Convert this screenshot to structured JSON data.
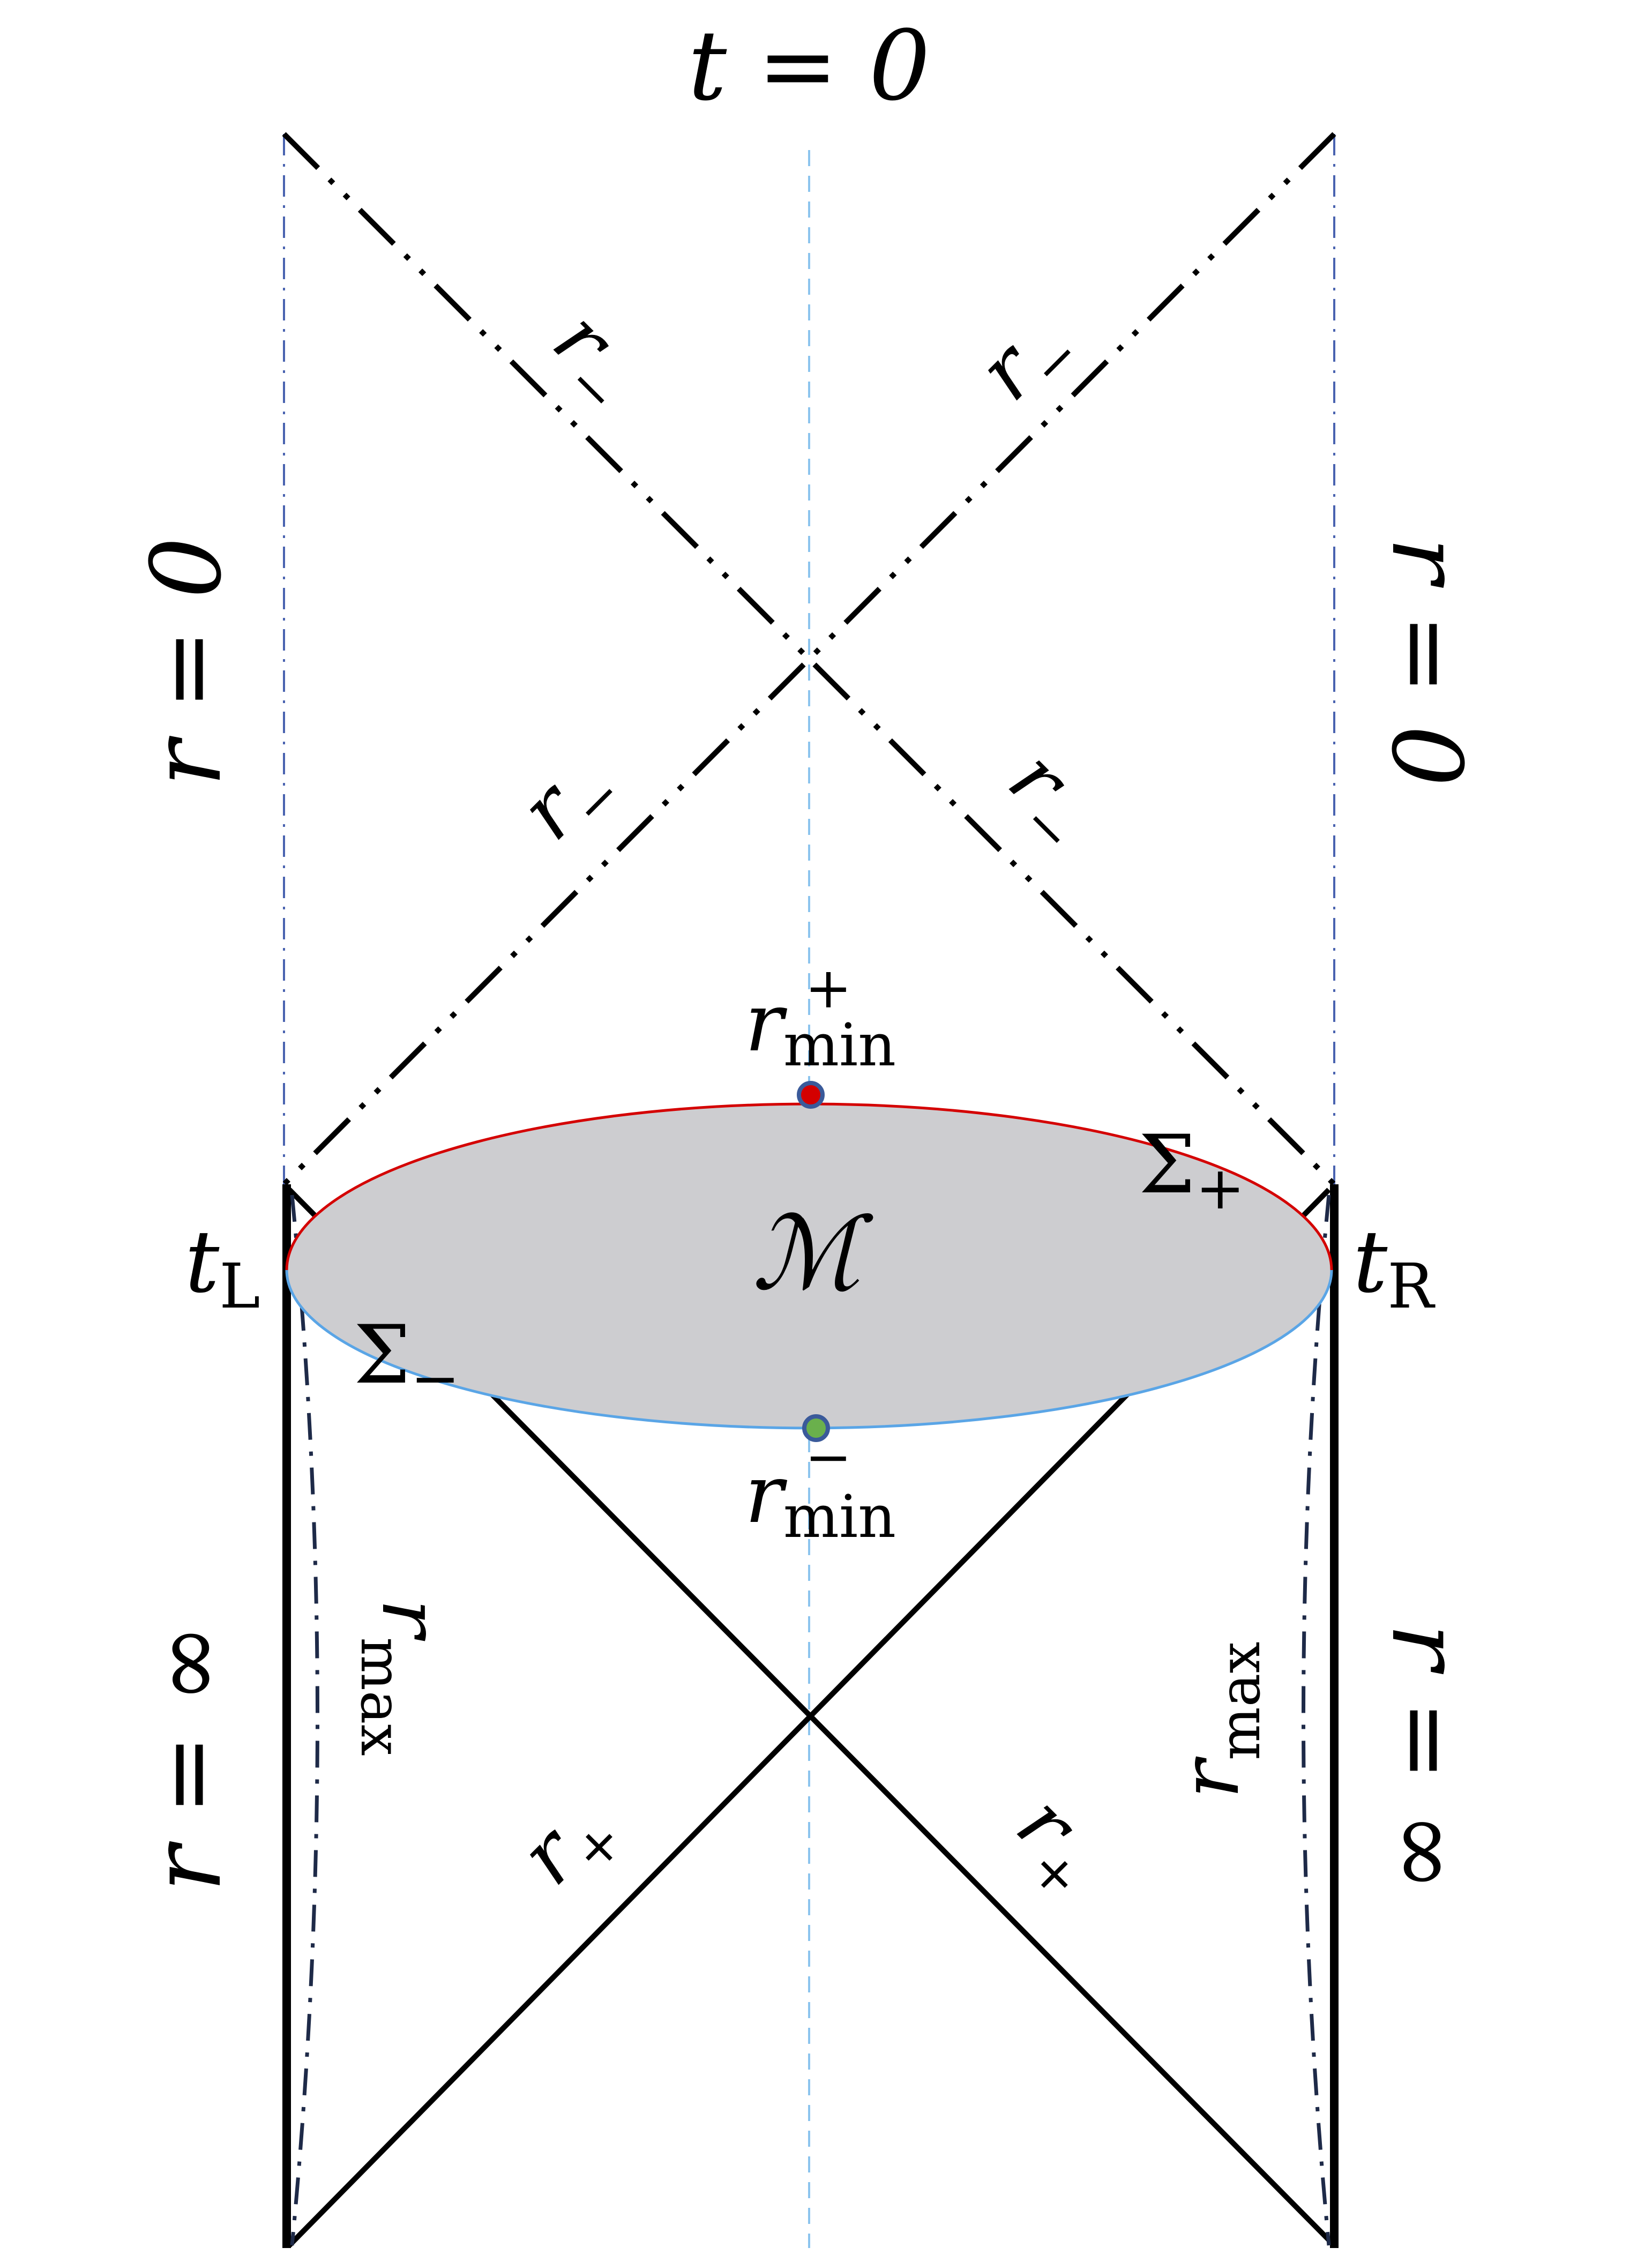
{
  "labels": {
    "t0": "t = 0",
    "r0_left": "r = 0",
    "r0_right": "r = 0",
    "rinf_left": "r = ∞",
    "rinf_right": "r = ∞",
    "r_minus": "r",
    "r_minus_sub": "−",
    "r_plus": "r",
    "r_plus_sub": "+",
    "rmax": "r",
    "rmax_sub": "max",
    "rmin_top": "r",
    "rmin_top_sub": "min",
    "rmin_top_sup": "+",
    "rmin_bottom": "r",
    "rmin_bottom_sub": "min",
    "rmin_bottom_sup": "−",
    "manifold": "ℳ",
    "sigma": "Σ",
    "sigma_plus_sub": "+",
    "sigma_minus_sub": "−",
    "tL": "t",
    "tL_sub": "L",
    "tR": "t",
    "tR_sub": "R"
  },
  "colors": {
    "region_fill": "#cdcdd0",
    "sigma_plus_curve": "#d40000",
    "sigma_minus_curve": "#5aa5e6",
    "boundary_dashdot": "#4a63b0",
    "center_dashed": "#8cc4ee",
    "rmax_dashdot": "#1e2a48",
    "rmin_top_point": "#d40000",
    "rmin_bottom_point": "#6ab04c",
    "point_outline": "#3a5a9a"
  }
}
